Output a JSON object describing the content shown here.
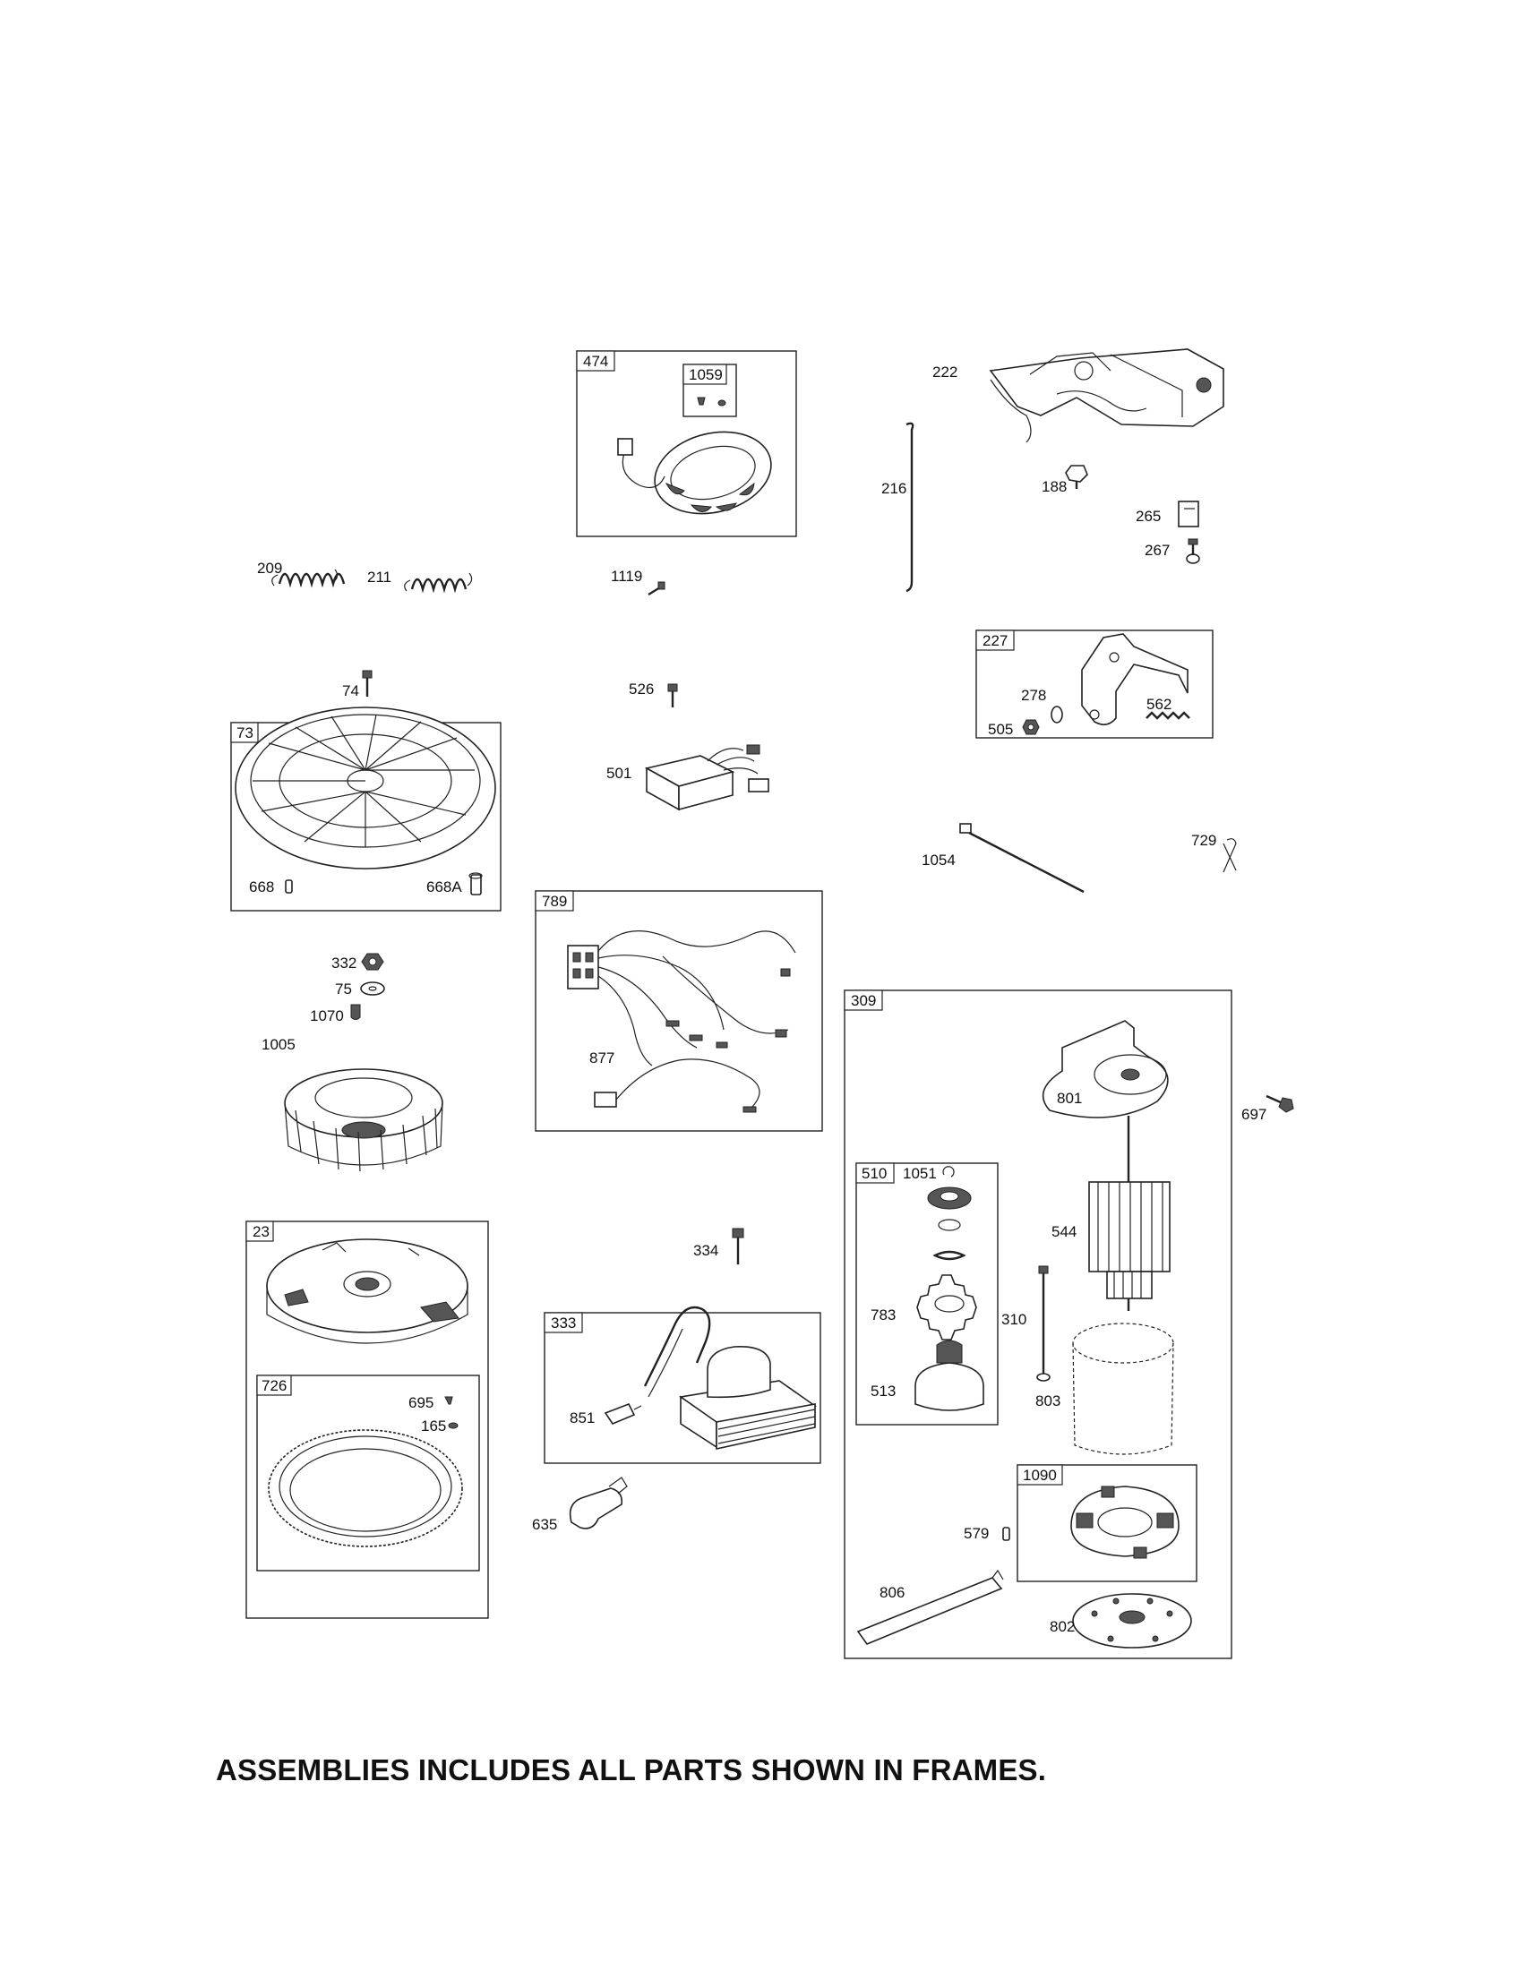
{
  "diagram": {
    "labels": {
      "l209": "209",
      "l211": "211",
      "l74": "74",
      "l668": "668",
      "l668a": "668A",
      "l332": "332",
      "l75": "75",
      "l1070": "1070",
      "l1005": "1005",
      "l695": "695",
      "l165": "165",
      "l1119": "1119",
      "l526": "526",
      "l501": "501",
      "l877": "877",
      "l334": "334",
      "l851": "851",
      "l635": "635",
      "l222": "222",
      "l216": "216",
      "l188": "188",
      "l265": "265",
      "l267": "267",
      "l278": "278",
      "l562": "562",
      "l505": "505",
      "l1054": "1054",
      "l729": "729",
      "l801": "801",
      "l697": "697",
      "l1051": "1051",
      "l544": "544",
      "l783": "783",
      "l310": "310",
      "l513": "513",
      "l803": "803",
      "l579": "579",
      "l806": "806",
      "l802": "802"
    },
    "frames": {
      "f474": "474",
      "f1059": "1059",
      "f73": "73",
      "f789": "789",
      "f227": "227",
      "f309": "309",
      "f510": "510",
      "f23": "23",
      "f726": "726",
      "f333": "333",
      "f1090": "1090"
    },
    "footer_note": "ASSEMBLIES INCLUDES ALL PARTS SHOWN IN FRAMES."
  }
}
